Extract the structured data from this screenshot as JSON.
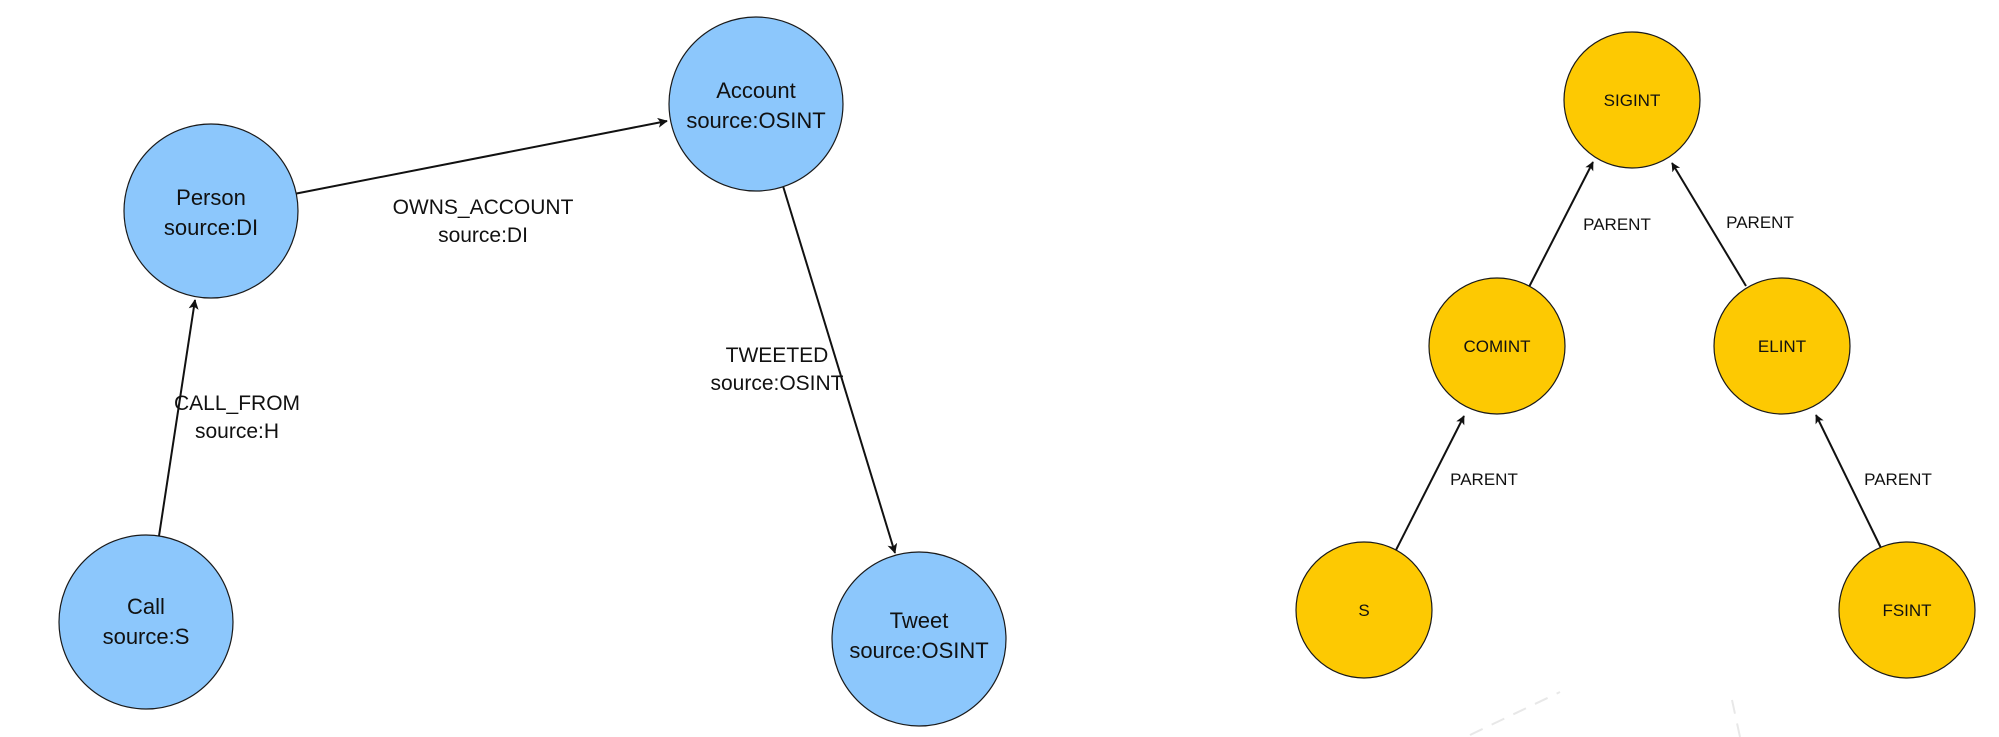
{
  "colors": {
    "blue_node": "#8cc7fc",
    "yellow_node": "#fdc902",
    "edge": "#111111",
    "background": "#ffffff"
  },
  "left_graph": {
    "nodes": {
      "person": {
        "line1": "Person",
        "line2": "source:DI"
      },
      "account": {
        "line1": "Account",
        "line2": "source:OSINT"
      },
      "call": {
        "line1": "Call",
        "line2": "source:S"
      },
      "tweet": {
        "line1": "Tweet",
        "line2": "source:OSINT"
      }
    },
    "edges": {
      "owns_account": {
        "line1": "OWNS_ACCOUNT",
        "line2": "source:DI"
      },
      "call_from": {
        "line1": "CALL_FROM",
        "line2": "source:H"
      },
      "tweeted": {
        "line1": "TWEETED",
        "line2": "source:OSINT"
      }
    }
  },
  "right_graph": {
    "nodes": {
      "sigint": "SIGINT",
      "comint": "COMINT",
      "elint": "ELINT",
      "s": "S",
      "fsint": "FSINT"
    },
    "edges": {
      "comint_parent": "PARENT",
      "elint_parent": "PARENT",
      "s_parent": "PARENT",
      "fsint_parent": "PARENT"
    }
  }
}
